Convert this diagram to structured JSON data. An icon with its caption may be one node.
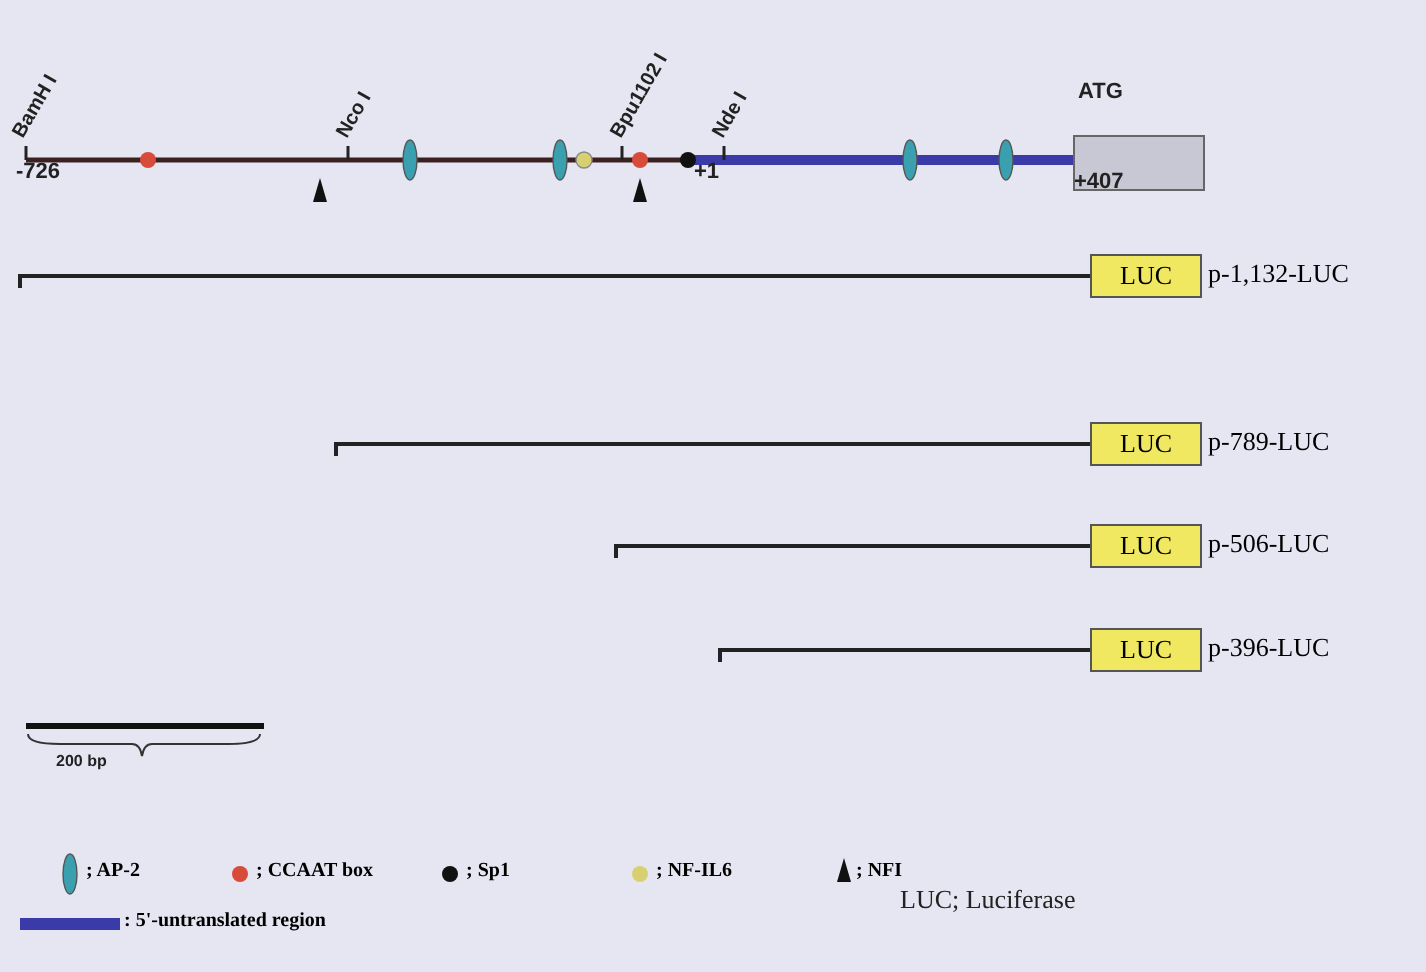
{
  "diagram": {
    "nodes": [
      {
        "text": [
          "LUC"
        ],
        "beside": [
          "p-1,132-LUC"
        ]
      },
      {
        "text": [
          "LUC"
        ],
        "beside": [
          "p-789-LUC"
        ]
      },
      {
        "text": [
          "LUC"
        ],
        "beside": [
          "p-506-LUC"
        ]
      },
      {
        "text": [
          "LUC"
        ],
        "beside": [
          "p-396-LUC"
        ]
      }
    ],
    "edges": [
      {
        "from": null,
        "to": 0,
        "arrow": "none"
      },
      {
        "from": null,
        "to": 1,
        "arrow": "none"
      },
      {
        "from": null,
        "to": 2,
        "arrow": "none"
      },
      {
        "from": null,
        "to": 3,
        "arrow": "none"
      }
    ],
    "labels": [
      "BamH I",
      "Nco I",
      "Bpu1102 I",
      "Nde I",
      "ATG",
      "-726",
      "+1",
      "+407",
      "200 bp",
      "LUC; Luciferase"
    ],
    "legend": [
      {
        "text": "; AP-2"
      },
      {
        "text": "; CCAAT box",
        "color": "#d84a3a"
      },
      {
        "text": "; Sp1",
        "color": "#111111"
      },
      {
        "text": "; NF-IL6",
        "color": "#d8d070"
      },
      {
        "text": "; NFI"
      },
      {
        "text": ": 5'-untranslated region",
        "color": "#3a3aa8"
      }
    ]
  }
}
